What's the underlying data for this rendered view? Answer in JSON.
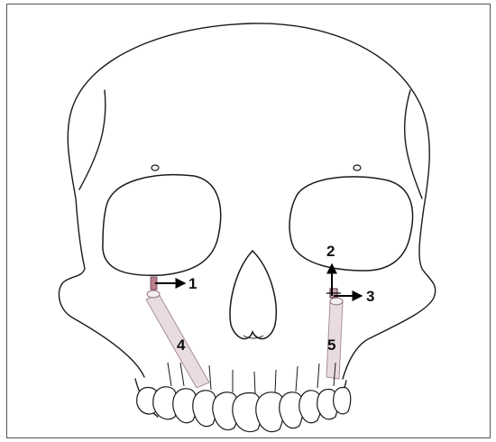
{
  "figure": {
    "labels": {
      "l1": "1",
      "l2": "2",
      "l3": "3",
      "l4": "4",
      "l5": "5"
    },
    "colors": {
      "outline": "#1a1a1a",
      "implant_fill": "#e9dcdf",
      "implant_stroke": "#a88f96",
      "implant_head": "#b87f8c",
      "arrow": "#000000"
    },
    "icons": {
      "skull": "skull-frontal-view",
      "arrow": "arrow"
    }
  }
}
